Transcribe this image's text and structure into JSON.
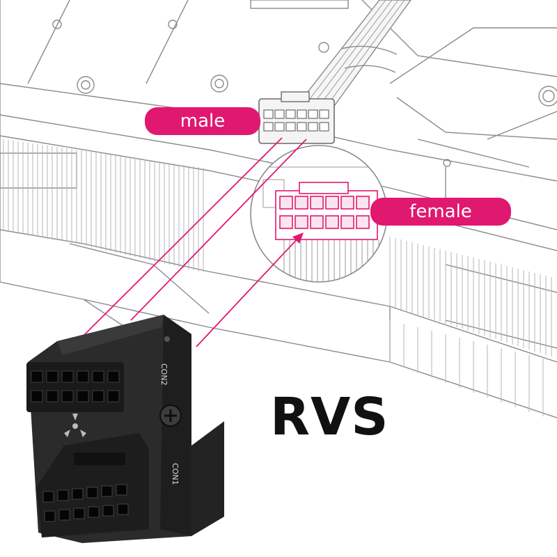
{
  "labels": {
    "male": "male",
    "female": "female",
    "product": "RVS"
  },
  "adapter_text": {
    "con2": "CON2",
    "con1": "CON1"
  },
  "colors": {
    "accent": "#e0186f",
    "line_art": "#8a8a8a",
    "adapter_body": "#2b2b2b",
    "text": "#111111"
  }
}
